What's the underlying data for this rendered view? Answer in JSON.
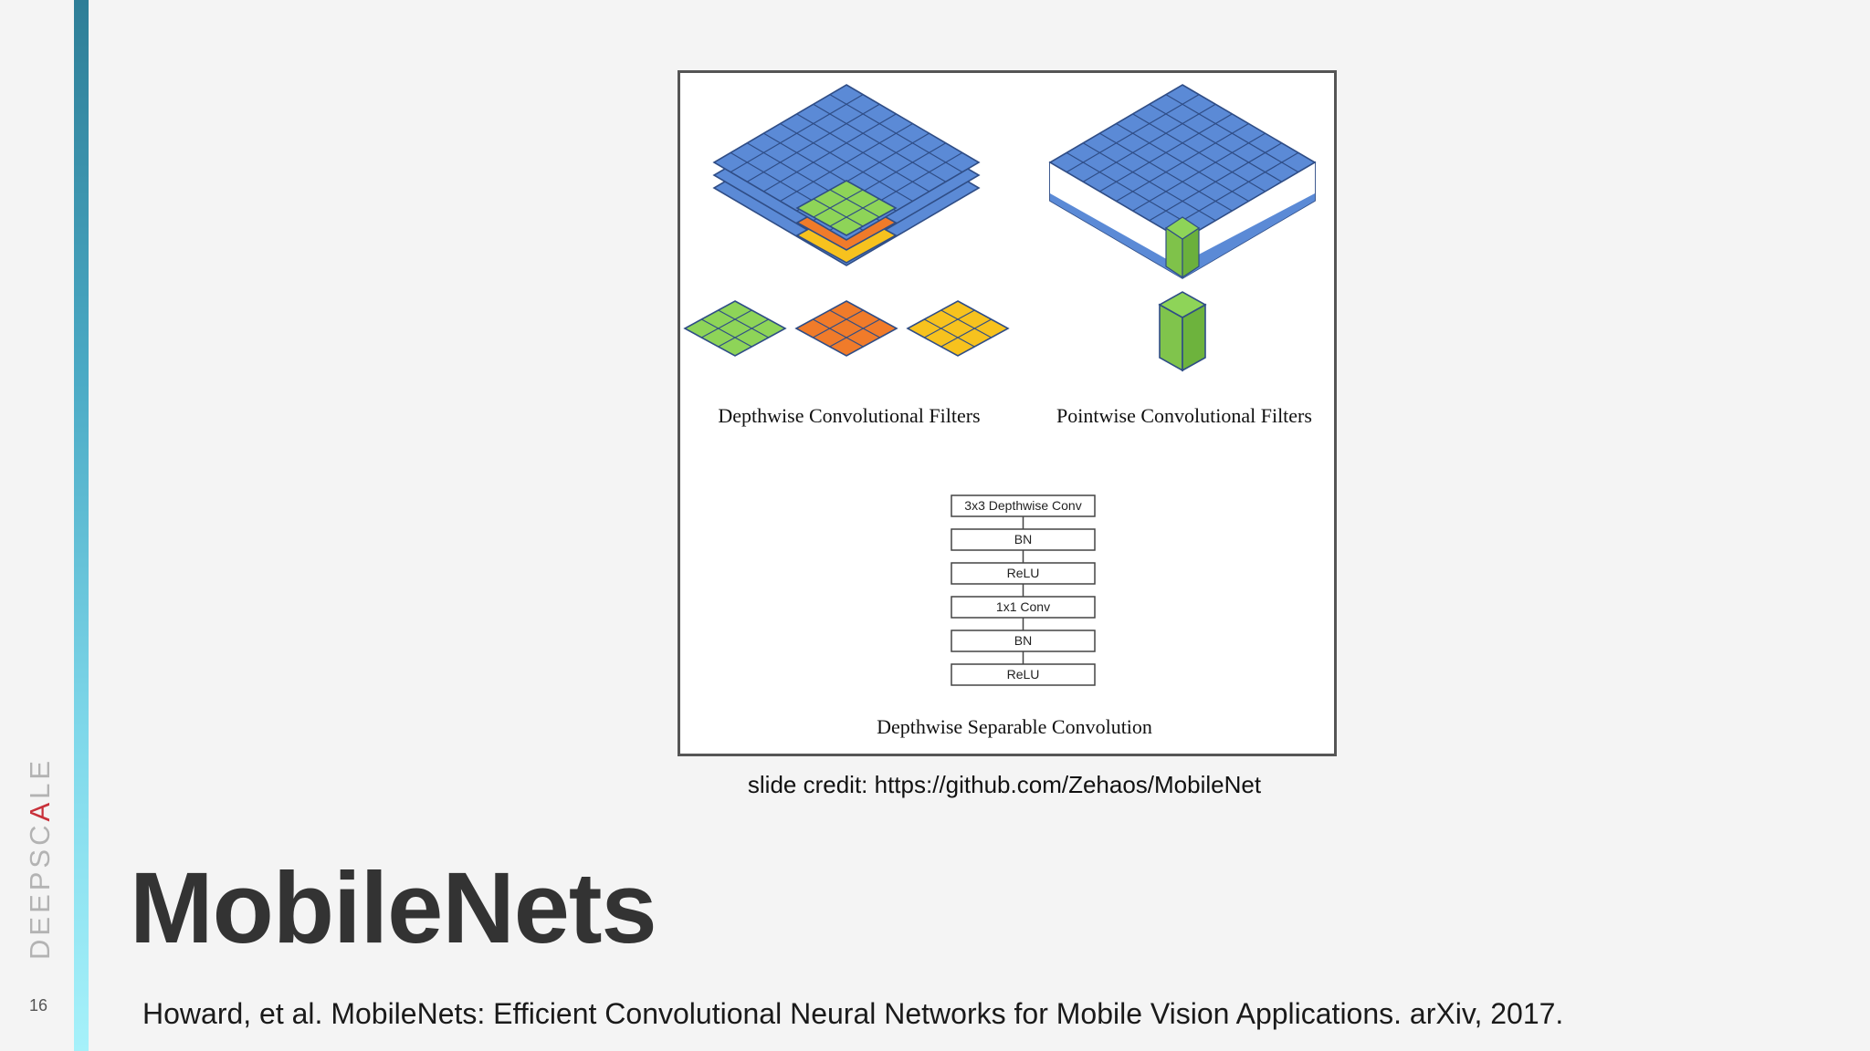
{
  "slide": {
    "page_number": "16",
    "brand": {
      "before": "DEEPSC",
      "accent": "A",
      "after": "LE"
    },
    "title": "MobileNets",
    "credit": "slide credit: https://github.com/Zehaos/MobileNet",
    "citation": "Howard, et al. MobileNets: Efficient Convolutional Neural Networks for Mobile Vision Applications. arXiv, 2017."
  },
  "figure": {
    "depthwise_caption": "Depthwise Convolutional Filters",
    "pointwise_caption": "Pointwise Convolutional Filters",
    "separable_caption": "Depthwise Separable Convolution",
    "blocks": [
      "3x3 Depthwise Conv",
      "BN",
      "ReLU",
      "1x1 Conv",
      "BN",
      "ReLU"
    ],
    "colors": {
      "blue": "#5b8ad6",
      "green": "#8ed458",
      "orange": "#f07b2a",
      "yellow": "#f7c21e",
      "edge": "#2f4d86"
    }
  }
}
